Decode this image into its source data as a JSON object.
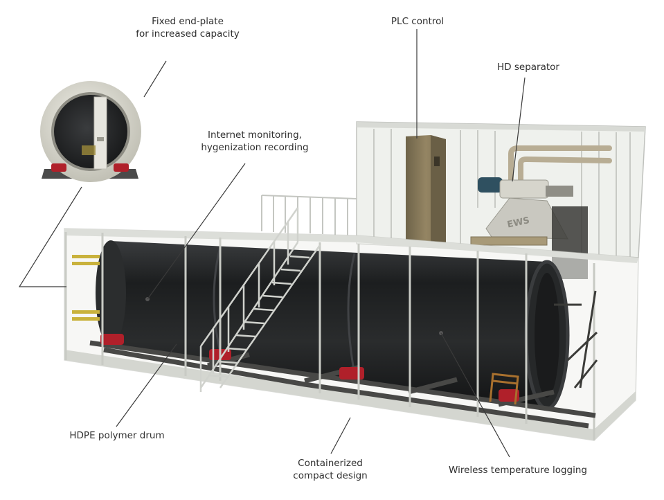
{
  "labels": {
    "end_plate": {
      "line1": "Fixed end-plate",
      "line2": "for increased capacity"
    },
    "plc": {
      "line1": "PLC control"
    },
    "separator": {
      "line1": "HD separator"
    },
    "monitoring": {
      "line1": "Internet monitoring,",
      "line2": "hygenization recording"
    },
    "drum": {
      "line1": "HDPE polymer drum"
    },
    "container": {
      "line1": "Containerized",
      "line2": "compact design"
    },
    "temperature": {
      "line1": "Wireless temperature logging"
    }
  },
  "equipment": {
    "brand_mark": "EWS"
  },
  "colors": {
    "drum": "#232526",
    "frame": "#c9c9c4",
    "container_glass": "#e9ebe6",
    "cabinet": "#8a7b5c",
    "rollers": "#b0202a",
    "pipes": "#b8ad94",
    "motor": "#2f5060",
    "end_plate_ring": "#d8d7cc",
    "base": "#4b4b4b"
  }
}
